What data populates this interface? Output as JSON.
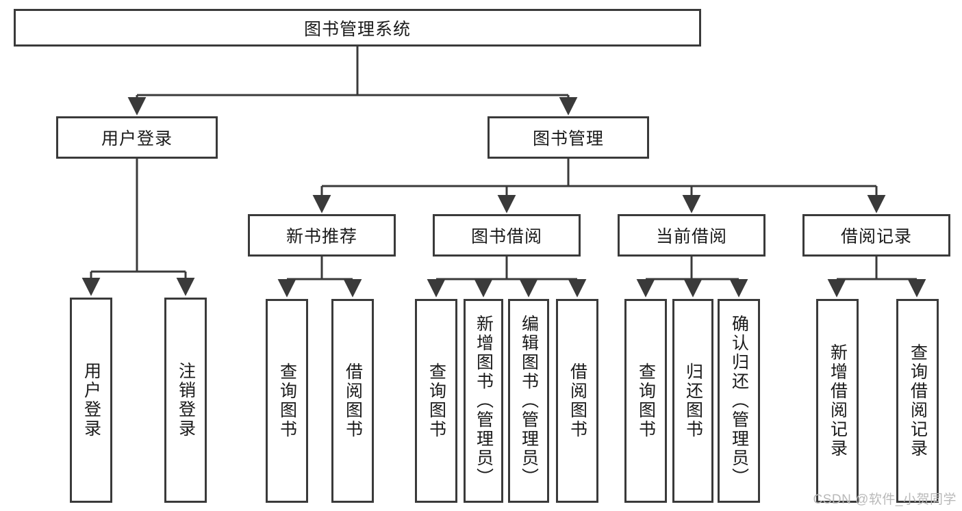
{
  "diagram": {
    "title": "图书管理系统",
    "type": "tree-hierarchy-diagram",
    "stroke_color": "#3a3a3a",
    "fill_color": "#ffffff",
    "text_color": "#1a1a1a"
  },
  "root": {
    "label": "图书管理系统"
  },
  "level2": [
    {
      "label": "用户登录"
    },
    {
      "label": "图书管理"
    }
  ],
  "level3": [
    {
      "label": "新书推荐"
    },
    {
      "label": "图书借阅"
    },
    {
      "label": "当前借阅"
    },
    {
      "label": "借阅记录"
    }
  ],
  "leaves": {
    "user_login": [
      {
        "label": "用户登录"
      },
      {
        "label": "注销登录"
      }
    ],
    "new_book_recommend": [
      {
        "label": "查询图书"
      },
      {
        "label": "借阅图书"
      }
    ],
    "book_borrow": [
      {
        "label": "查询图书"
      },
      {
        "label": "新增图书（管理员）"
      },
      {
        "label": "编辑图书（管理员）"
      },
      {
        "label": "借阅图书"
      }
    ],
    "current_borrow": [
      {
        "label": "查询图书"
      },
      {
        "label": "归还图书"
      },
      {
        "label": "确认归还（管理员）"
      }
    ],
    "borrow_record": [
      {
        "label": "新增借阅记录"
      },
      {
        "label": "查询借阅记录"
      }
    ]
  },
  "watermark": {
    "text": "CSDN @软件_小贺同学",
    "color": "#b9b9b9"
  }
}
